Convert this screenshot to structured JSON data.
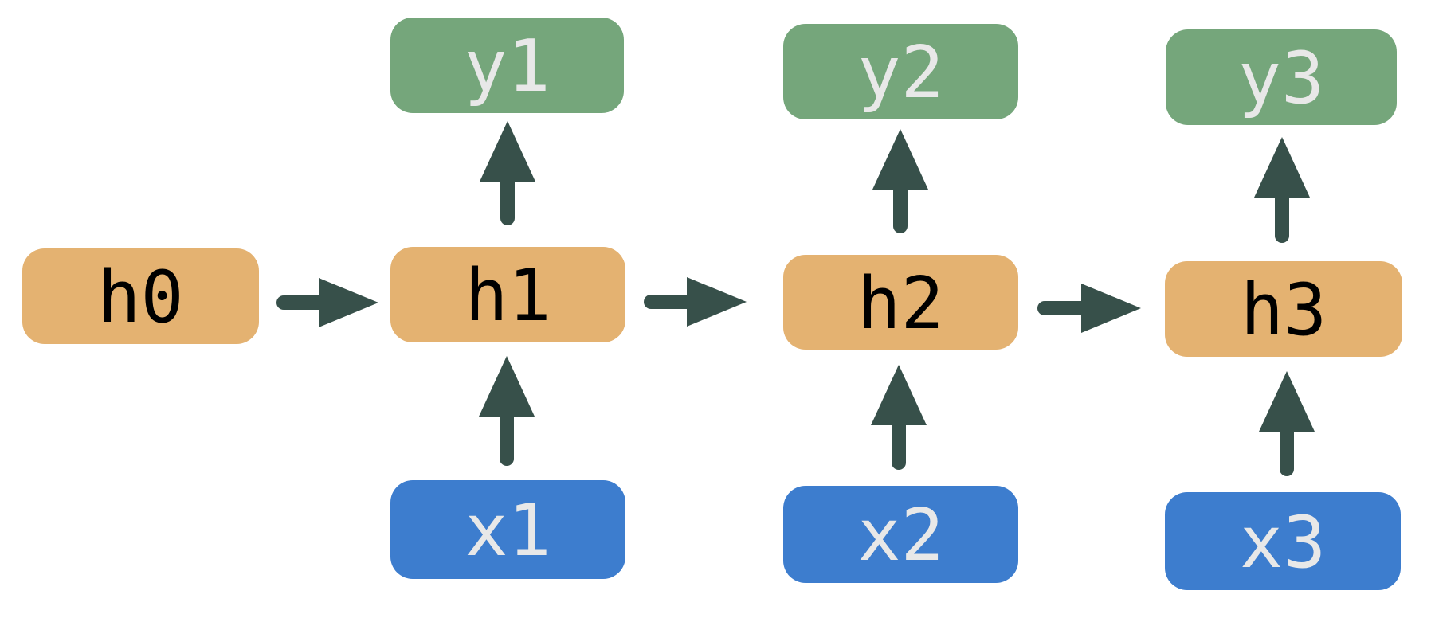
{
  "diagram": {
    "colors": {
      "hidden_fill": "#E4B271",
      "input_fill": "#3D7DCE",
      "output_fill": "#75A67B",
      "arrow": "#37504A",
      "hidden_text": "#000000",
      "io_text": "#E8E8E8",
      "background": "#FFFFFF"
    },
    "nodes": {
      "h0": {
        "label": "h0",
        "role": "hidden"
      },
      "h1": {
        "label": "h1",
        "role": "hidden"
      },
      "h2": {
        "label": "h2",
        "role": "hidden"
      },
      "h3": {
        "label": "h3",
        "role": "hidden"
      },
      "x1": {
        "label": "x1",
        "role": "input"
      },
      "x2": {
        "label": "x2",
        "role": "input"
      },
      "x3": {
        "label": "x3",
        "role": "input"
      },
      "y1": {
        "label": "y1",
        "role": "output"
      },
      "y2": {
        "label": "y2",
        "role": "output"
      },
      "y3": {
        "label": "y3",
        "role": "output"
      }
    },
    "edges": [
      {
        "from": "h0",
        "to": "h1"
      },
      {
        "from": "h1",
        "to": "h2"
      },
      {
        "from": "h2",
        "to": "h3"
      },
      {
        "from": "x1",
        "to": "h1"
      },
      {
        "from": "x2",
        "to": "h2"
      },
      {
        "from": "x3",
        "to": "h3"
      },
      {
        "from": "h1",
        "to": "y1"
      },
      {
        "from": "h2",
        "to": "y2"
      },
      {
        "from": "h3",
        "to": "y3"
      }
    ]
  }
}
